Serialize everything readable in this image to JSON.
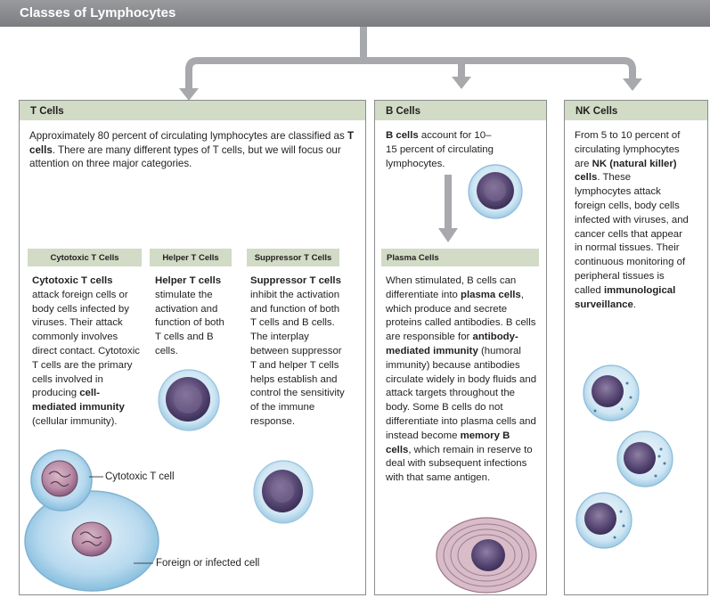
{
  "title": "Classes of Lymphocytes",
  "t_cells": {
    "header": "T Cells",
    "intro_parts": [
      "Approximately 80 percent of circulating lymphocytes are classified as ",
      "T cells",
      ". There are many different types of T cells, but we will focus our attention on three major categories."
    ],
    "cytotoxic": {
      "header": "Cytotoxic T Cells",
      "bold": "Cytotoxic T cells",
      "text1": " attack foreign cells or body cells infected by viruses. Their attack commonly involves direct contact. Cytotoxic T cells are the primary cells involved in producing ",
      "bold2": "cell-mediated immunity",
      "text2": " (cellular immunity)."
    },
    "helper": {
      "header": "Helper T Cells",
      "bold": "Helper T cells",
      "text": " stimulate the activation and function of both T cells and B cells."
    },
    "suppressor": {
      "header": "Suppressor T Cells",
      "bold": "Suppressor T cells",
      "text": " inhibit the activation and function of both T cells and B cells. The interplay between suppressor T and helper T cells helps establish and control the sensitivity of the immune response."
    },
    "label_cytotoxic_cell": "Cytotoxic T cell",
    "label_foreign_cell": "Foreign or infected cell"
  },
  "b_cells": {
    "header": "B Cells",
    "bold": "B cells",
    "text": " account for 10–15 percent of circulating lymphocytes.",
    "plasma": {
      "header": "Plasma Cells",
      "t1": "When stimulated, B cells can differentiate into ",
      "b1": "plasma cells",
      "t2": ", which produce and secrete proteins called antibodies. B cells are responsible for ",
      "b2": "antibody-mediated immunity",
      "t3": " (humoral immunity) because antibodies circulate widely in body fluids and attack targets throughout the body. Some B cells do not differentiate into plasma cells and instead become ",
      "b3": "memory B cells",
      "t4": ", which remain in reserve to deal with subsequent infections with that same antigen."
    }
  },
  "nk_cells": {
    "header": "NK Cells",
    "t1": "From 5 to 10 percent of circulating lymphocytes are ",
    "b1": "NK (natural killer) cells",
    "t2": ". These lymphocytes attack foreign cells, body cells infected with viruses, and cancer cells that appear in normal tissues. Their continuous monitoring of peripheral tissues is called ",
    "b2": "immunological surveillance",
    "t3": "."
  },
  "colors": {
    "header_fill": "#d1dbc5",
    "arrow": "#a7a9ac",
    "title_bar": "#8a8b8e"
  }
}
